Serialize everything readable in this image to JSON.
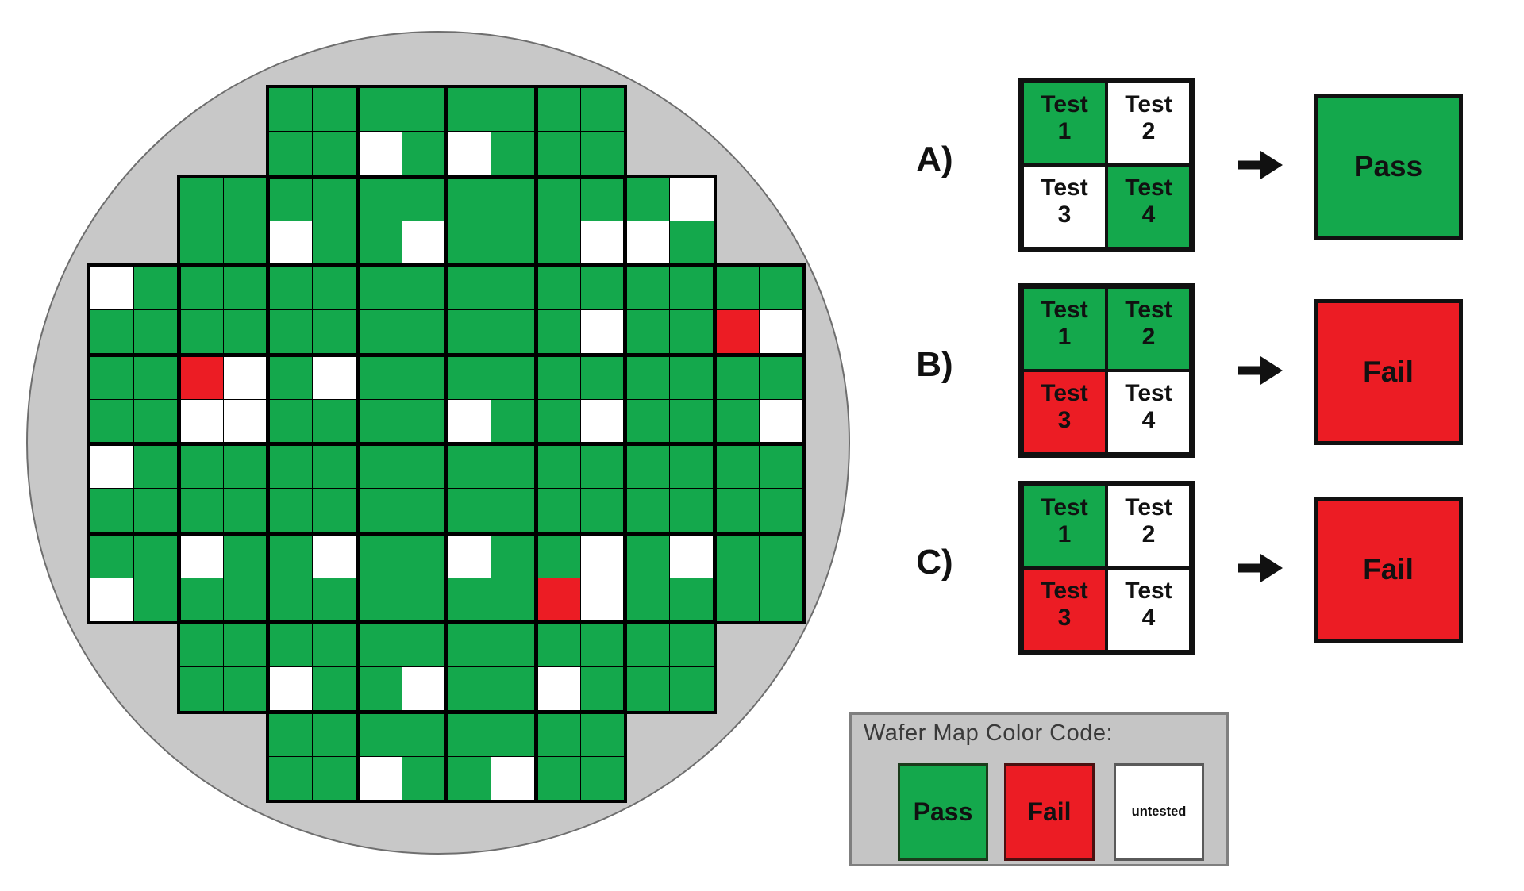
{
  "wafer": {
    "description": "wafer map",
    "grid_rows": [
      "....PPPPPPPP....",
      "....PPUPUPPP....",
      "..PPPPPPPPPPPU..",
      "..PPUPPUPPPUUP..",
      "UPPPPPPPPPPPPPPP",
      "PPPPPPPPPPPUPPFU",
      "PPFUPUPPPPPPPPPP",
      "PPUUPPPPUPPUPPPU",
      "UPPPPPPPPPPPPPPP",
      "PPPPPPPPPPPPPPPP",
      "PPUPPUPPUPPUPUPP",
      "UPPPPPPPPPFUPPPP",
      "..PPPPPPPPPPPP..",
      "..PPUPPUPPUPPP..",
      "....PPPPPPPP....",
      "....PPUPPUPP...."
    ],
    "cell_states": {
      "P": "pass",
      "F": "fail",
      "U": "untested"
    }
  },
  "examples": [
    {
      "label": "A)",
      "tests": [
        {
          "line1": "Test",
          "line2": "1",
          "state": "pass"
        },
        {
          "line1": "Test",
          "line2": "2",
          "state": "untested"
        },
        {
          "line1": "Test",
          "line2": "3",
          "state": "untested"
        },
        {
          "line1": "Test",
          "line2": "4",
          "state": "pass"
        }
      ],
      "result": "Pass",
      "result_state": "pass"
    },
    {
      "label": "B)",
      "tests": [
        {
          "line1": "Test",
          "line2": "1",
          "state": "pass"
        },
        {
          "line1": "Test",
          "line2": "2",
          "state": "pass"
        },
        {
          "line1": "Test",
          "line2": "3",
          "state": "fail"
        },
        {
          "line1": "Test",
          "line2": "4",
          "state": "untested"
        }
      ],
      "result": "Fail",
      "result_state": "fail"
    },
    {
      "label": "C)",
      "tests": [
        {
          "line1": "Test",
          "line2": "1",
          "state": "pass"
        },
        {
          "line1": "Test",
          "line2": "2",
          "state": "untested"
        },
        {
          "line1": "Test",
          "line2": "3",
          "state": "fail"
        },
        {
          "line1": "Test",
          "line2": "4",
          "state": "untested"
        }
      ],
      "result": "Fail",
      "result_state": "fail"
    }
  ],
  "legend": {
    "title": "Wafer Map Color Code:",
    "items": [
      {
        "label": "Pass",
        "state": "pass"
      },
      {
        "label": "Fail",
        "state": "fail"
      },
      {
        "label": "untested",
        "state": "untested"
      }
    ]
  },
  "colors": {
    "pass": "#14A84C",
    "fail": "#EC1C24",
    "untested": "#FFFFFF",
    "wafer_bg": "#C8C8C8",
    "legend_bg": "#C5C5C5"
  }
}
